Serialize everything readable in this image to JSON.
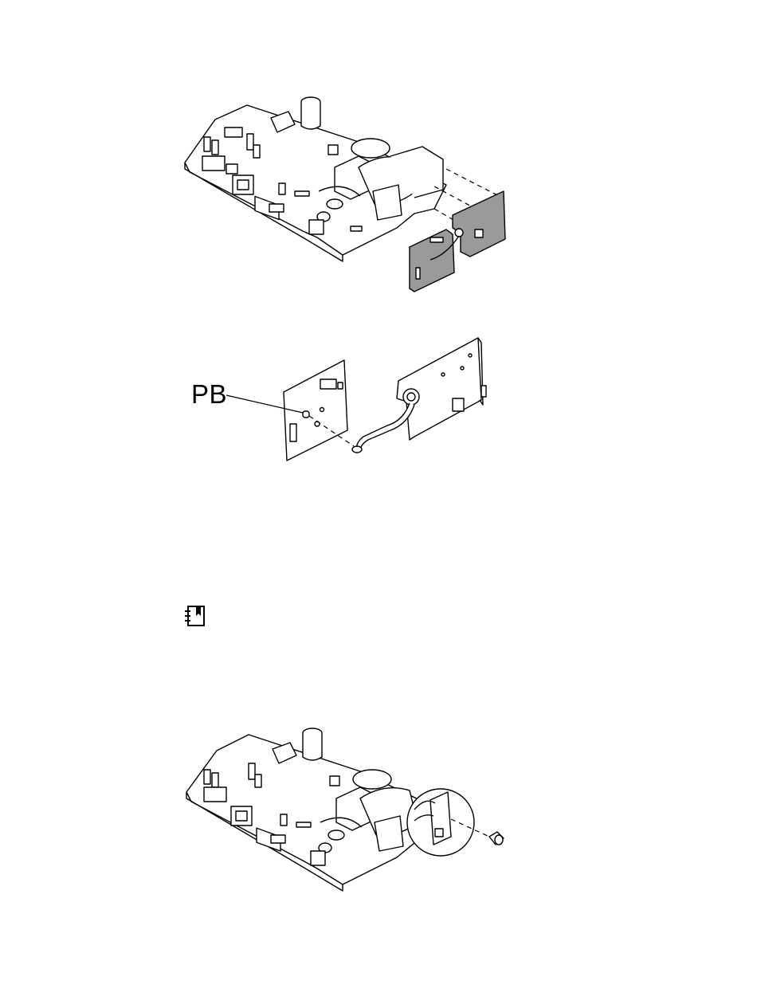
{
  "figures": {
    "top": {
      "name": "main-board-with-daughter-board-exploded"
    },
    "middle": {
      "name": "pb-board-and-bracket-exploded",
      "callout": "PB"
    },
    "bottom": {
      "name": "main-board-installed-with-screw"
    }
  },
  "note": {
    "icon": "notebook-note-icon"
  },
  "colors": {
    "line": "#000000",
    "board_fill": "#ffffff",
    "daughter_fill": "#9a9a9a"
  }
}
